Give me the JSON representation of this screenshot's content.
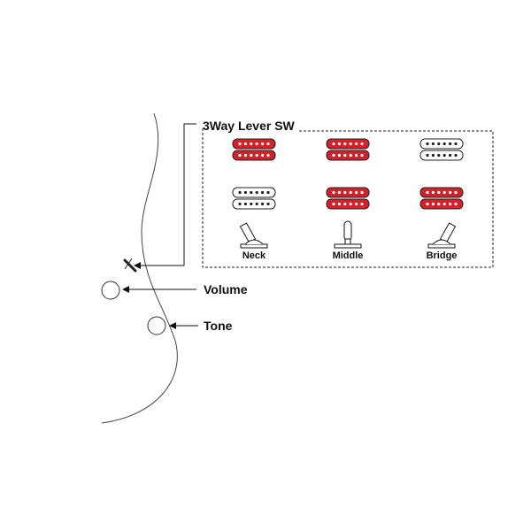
{
  "labels": {
    "switch_title": "3Way Lever SW",
    "volume": "Volume",
    "tone": "Tone"
  },
  "positions": [
    {
      "name": "Neck",
      "top_pickup_active": true,
      "bottom_pickup_active": false,
      "lever": "left"
    },
    {
      "name": "Middle",
      "top_pickup_active": true,
      "bottom_pickup_active": true,
      "lever": "center"
    },
    {
      "name": "Bridge",
      "top_pickup_active": false,
      "bottom_pickup_active": true,
      "lever": "right"
    }
  ],
  "colors": {
    "active_pickup": "#d2212a",
    "inactive_pickup": "#ffffff",
    "line": "#111111"
  }
}
